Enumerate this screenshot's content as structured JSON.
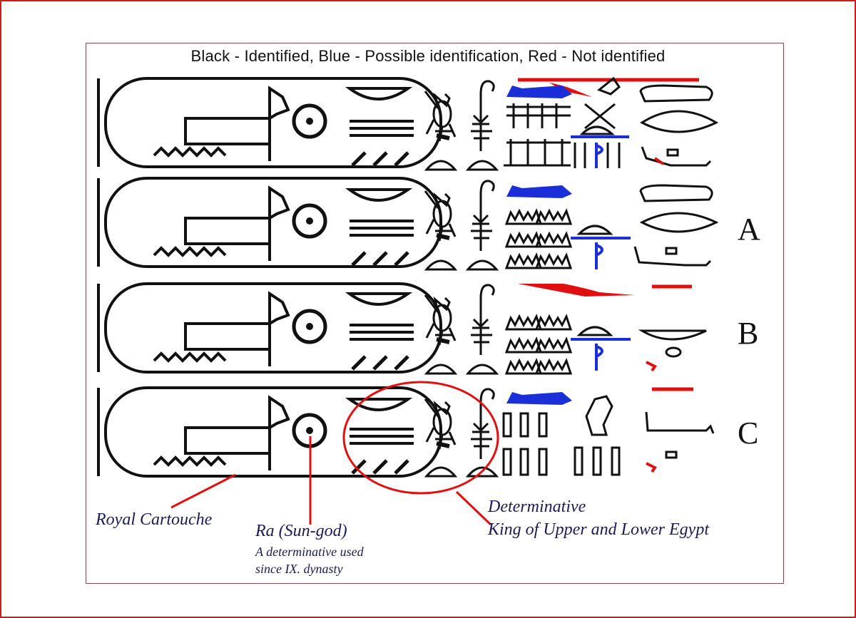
{
  "legend": "Black - Identified, Blue - Possible identification, Red - Not identified",
  "row_labels": [
    "A",
    "B",
    "C"
  ],
  "captions": {
    "royal_cartouche": "Royal Cartouche",
    "ra_title": "Ra (Sun-god)",
    "ra_line1": "A determinative used",
    "ra_line2": "since IX. dynasty",
    "det_title": "Determinative",
    "det_line2": "King of Upper and Lower Egypt"
  },
  "colors": {
    "identified": "#111111",
    "possible": "#1a2fd8",
    "not_identified": "#e01010",
    "frame": "#d21a1a",
    "annotation": "#e01010",
    "caption": "#1b1b55"
  }
}
